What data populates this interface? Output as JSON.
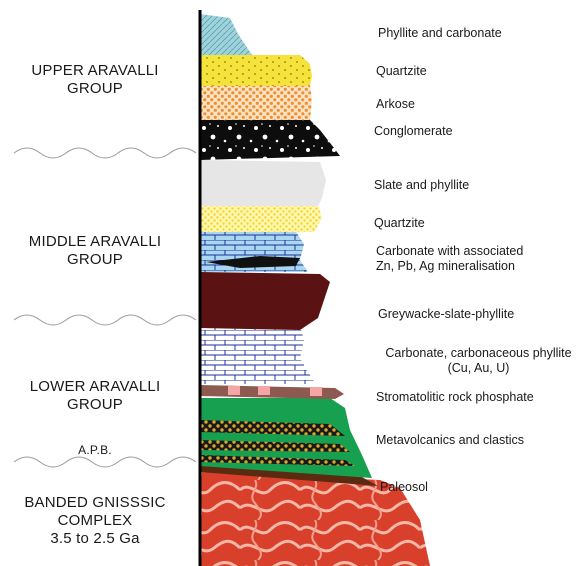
{
  "groups": {
    "upper": [
      "UPPER ARAVALLI",
      "GROUP"
    ],
    "middle": [
      "MIDDLE  ARAVALLI",
      "GROUP"
    ],
    "lower": [
      "LOWER ARAVALLI",
      "GROUP"
    ],
    "apb": "A.P.B.",
    "basement": [
      "BANDED GNISSSIC",
      "COMPLEX",
      "3.5 to 2.5 Ga"
    ]
  },
  "layers": {
    "phyllite_carbonate": "Phyllite and carbonate",
    "quartzite_upper": "Quartzite",
    "arkose": "Arkose",
    "conglomerate": "Conglomerate",
    "slate_phyllite": "Slate and phyllite",
    "quartzite_middle": "Quartzite",
    "carbonate_mineral": [
      "Carbonate with associated",
      "Zn, Pb, Ag mineralisation"
    ],
    "greywacke": "Greywacke-slate-phyllite",
    "carbonate_lower": [
      "Carbonate, carbonaceous phyllite",
      "(Cu, Au, U)"
    ],
    "stromatolitic": "Stromatolitic rock phosphate",
    "metavolcanics": "Metavolcanics and clastics",
    "paleosol": "Paleosol"
  },
  "colors": {
    "phyllite": "#9fd3dc",
    "quartzite": "#f5e23a",
    "arkose": "#ee8e2e",
    "conglomerate": "#0d0d0d",
    "slate": "#e6e6e6",
    "carbonate": "#a9d8ee",
    "greywacke": "#5a1212",
    "metavolcanic": "#17a04f",
    "paleosol": "#5b2a10",
    "gneiss": "#d9402b"
  }
}
